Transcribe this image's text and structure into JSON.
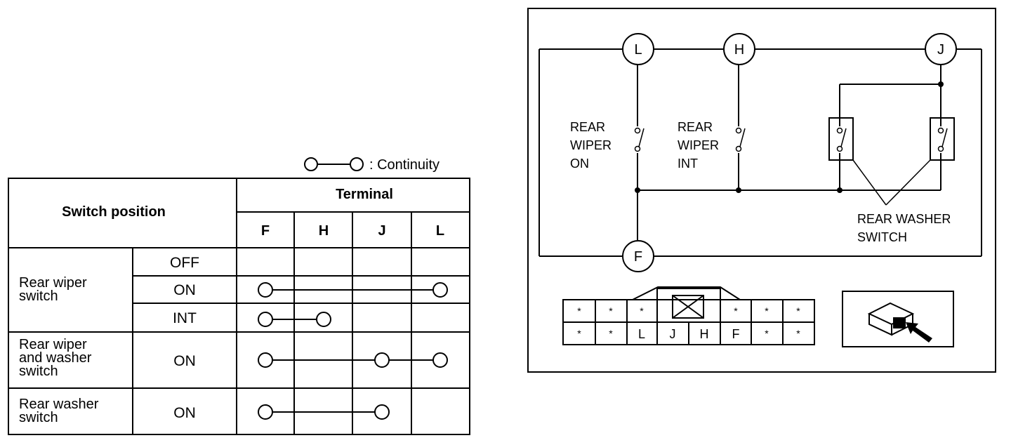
{
  "legend": {
    "text": ": Continuity"
  },
  "table": {
    "switch_position_header": "Switch position",
    "terminal_header": "Terminal",
    "terminals": [
      "F",
      "H",
      "J",
      "L"
    ],
    "groups": [
      {
        "name": "Rear wiper\nswitch",
        "rows": [
          "OFF",
          "ON",
          "INT"
        ]
      },
      {
        "name": "Rear wiper\nand washer\nswitch",
        "rows": [
          "ON"
        ]
      },
      {
        "name": "Rear washer\nswitch",
        "rows": [
          "ON"
        ]
      }
    ],
    "continuity": [
      [],
      [
        "F",
        "L"
      ],
      [
        "F",
        "H"
      ],
      [
        "F",
        "J",
        "L"
      ],
      [
        "F",
        "J"
      ]
    ]
  },
  "diagram": {
    "terminals": {
      "L": "L",
      "H": "H",
      "J": "J",
      "F": "F"
    },
    "labels": {
      "rear_wiper_on": "REAR\nWIPER\nON",
      "rear_wiper_int": "REAR\nWIPER\nINT",
      "rear_washer_switch": "REAR WASHER\nSWITCH"
    },
    "connector": {
      "top_row": [
        "*",
        "*",
        "*",
        "",
        "*",
        "*",
        "*"
      ],
      "bottom_row": [
        "*",
        "*",
        "L",
        "J",
        "H",
        "F",
        "*",
        "*"
      ]
    }
  }
}
